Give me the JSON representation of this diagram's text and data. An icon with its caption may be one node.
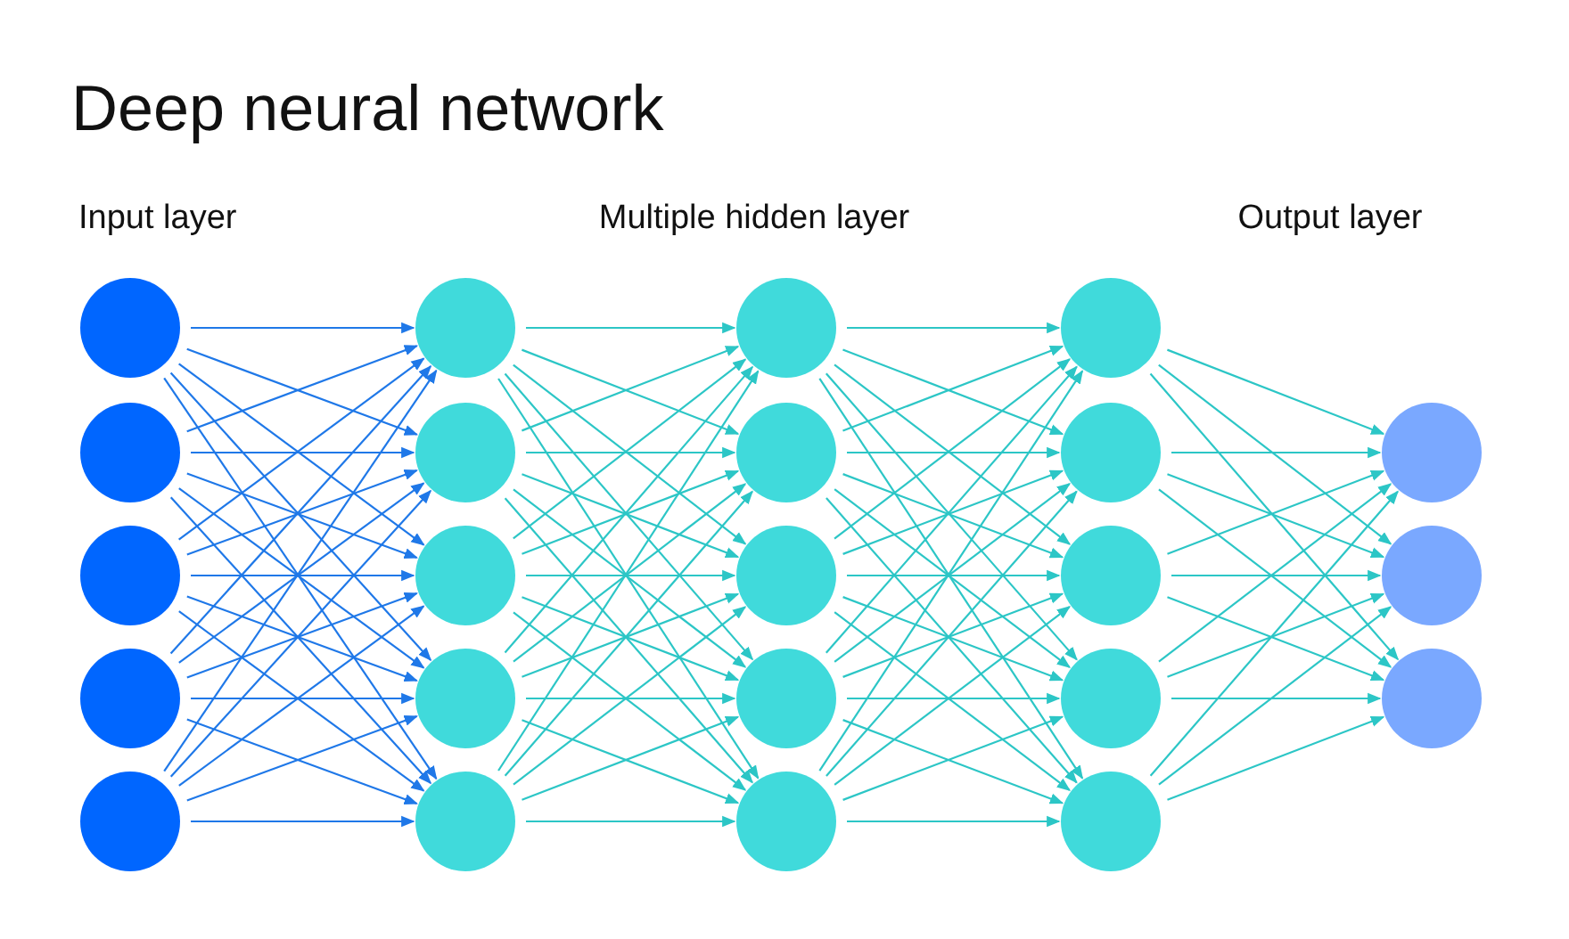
{
  "diagram": {
    "title": "Deep neural network",
    "nodes": [
      {
        "text": [],
        "shape": "circle"
      },
      {
        "text": [],
        "shape": "circle"
      },
      {
        "text": [],
        "shape": "circle"
      },
      {
        "text": [],
        "shape": "circle"
      },
      {
        "text": [],
        "shape": "circle"
      },
      {
        "text": [],
        "shape": "circle"
      },
      {
        "text": [],
        "shape": "circle"
      },
      {
        "text": [],
        "shape": "circle"
      },
      {
        "text": [],
        "shape": "circle"
      },
      {
        "text": [],
        "shape": "circle"
      },
      {
        "text": [],
        "shape": "circle"
      },
      {
        "text": [],
        "shape": "circle"
      },
      {
        "text": [],
        "shape": "circle"
      },
      {
        "text": [],
        "shape": "circle"
      },
      {
        "text": [],
        "shape": "circle"
      },
      {
        "text": [],
        "shape": "circle"
      },
      {
        "text": [],
        "shape": "circle"
      },
      {
        "text": [],
        "shape": "circle"
      },
      {
        "text": [],
        "shape": "circle"
      },
      {
        "text": [],
        "shape": "circle"
      },
      {
        "text": [],
        "shape": "circle"
      },
      {
        "text": [],
        "shape": "circle"
      },
      {
        "text": [],
        "shape": "circle"
      }
    ],
    "edges": [
      {
        "from": 0,
        "to": 5,
        "arrow": "to",
        "color": "#1f78e8"
      },
      {
        "from": 0,
        "to": 6,
        "arrow": "to",
        "color": "#1f78e8"
      },
      {
        "from": 0,
        "to": 7,
        "arrow": "to",
        "color": "#1f78e8"
      },
      {
        "from": 0,
        "to": 8,
        "arrow": "to",
        "color": "#1f78e8"
      },
      {
        "from": 0,
        "to": 9,
        "arrow": "to",
        "color": "#1f78e8"
      },
      {
        "from": 1,
        "to": 5,
        "arrow": "to",
        "color": "#1f78e8"
      },
      {
        "from": 1,
        "to": 6,
        "arrow": "to",
        "color": "#1f78e8"
      },
      {
        "from": 1,
        "to": 7,
        "arrow": "to",
        "color": "#1f78e8"
      },
      {
        "from": 1,
        "to": 8,
        "arrow": "to",
        "color": "#1f78e8"
      },
      {
        "from": 1,
        "to": 9,
        "arrow": "to",
        "color": "#1f78e8"
      },
      {
        "from": 2,
        "to": 5,
        "arrow": "to",
        "color": "#1f78e8"
      },
      {
        "from": 2,
        "to": 6,
        "arrow": "to",
        "color": "#1f78e8"
      },
      {
        "from": 2,
        "to": 7,
        "arrow": "to",
        "color": "#1f78e8"
      },
      {
        "from": 2,
        "to": 8,
        "arrow": "to",
        "color": "#1f78e8"
      },
      {
        "from": 2,
        "to": 9,
        "arrow": "to",
        "color": "#1f78e8"
      },
      {
        "from": 3,
        "to": 5,
        "arrow": "to",
        "color": "#1f78e8"
      },
      {
        "from": 3,
        "to": 6,
        "arrow": "to",
        "color": "#1f78e8"
      },
      {
        "from": 3,
        "to": 7,
        "arrow": "to",
        "color": "#1f78e8"
      },
      {
        "from": 3,
        "to": 8,
        "arrow": "to",
        "color": "#1f78e8"
      },
      {
        "from": 3,
        "to": 9,
        "arrow": "to",
        "color": "#1f78e8"
      },
      {
        "from": 4,
        "to": 5,
        "arrow": "to",
        "color": "#1f78e8"
      },
      {
        "from": 4,
        "to": 6,
        "arrow": "to",
        "color": "#1f78e8"
      },
      {
        "from": 4,
        "to": 7,
        "arrow": "to",
        "color": "#1f78e8"
      },
      {
        "from": 4,
        "to": 8,
        "arrow": "to",
        "color": "#1f78e8"
      },
      {
        "from": 4,
        "to": 9,
        "arrow": "to",
        "color": "#1f78e8"
      },
      {
        "from": 5,
        "to": 10,
        "arrow": "to"
      },
      {
        "from": 5,
        "to": 11,
        "arrow": "to"
      },
      {
        "from": 5,
        "to": 12,
        "arrow": "to"
      },
      {
        "from": 5,
        "to": 13,
        "arrow": "to"
      },
      {
        "from": 5,
        "to": 14,
        "arrow": "to"
      },
      {
        "from": 6,
        "to": 10,
        "arrow": "to"
      },
      {
        "from": 6,
        "to": 11,
        "arrow": "to"
      },
      {
        "from": 6,
        "to": 12,
        "arrow": "to"
      },
      {
        "from": 6,
        "to": 13,
        "arrow": "to"
      },
      {
        "from": 6,
        "to": 14,
        "arrow": "to"
      },
      {
        "from": 7,
        "to": 10,
        "arrow": "to"
      },
      {
        "from": 7,
        "to": 11,
        "arrow": "to"
      },
      {
        "from": 7,
        "to": 12,
        "arrow": "to"
      },
      {
        "from": 7,
        "to": 13,
        "arrow": "to"
      },
      {
        "from": 7,
        "to": 14,
        "arrow": "to"
      },
      {
        "from": 8,
        "to": 10,
        "arrow": "to"
      },
      {
        "from": 8,
        "to": 11,
        "arrow": "to"
      },
      {
        "from": 8,
        "to": 12,
        "arrow": "to"
      },
      {
        "from": 8,
        "to": 13,
        "arrow": "to"
      },
      {
        "from": 8,
        "to": 14,
        "arrow": "to"
      },
      {
        "from": 9,
        "to": 10,
        "arrow": "to"
      },
      {
        "from": 9,
        "to": 11,
        "arrow": "to"
      },
      {
        "from": 9,
        "to": 12,
        "arrow": "to"
      },
      {
        "from": 9,
        "to": 13,
        "arrow": "to"
      },
      {
        "from": 9,
        "to": 14,
        "arrow": "to"
      },
      {
        "from": 10,
        "to": 15,
        "arrow": "to"
      },
      {
        "from": 10,
        "to": 16,
        "arrow": "to"
      },
      {
        "from": 10,
        "to": 17,
        "arrow": "to"
      },
      {
        "from": 10,
        "to": 18,
        "arrow": "to"
      },
      {
        "from": 10,
        "to": 19,
        "arrow": "to"
      },
      {
        "from": 11,
        "to": 15,
        "arrow": "to"
      },
      {
        "from": 11,
        "to": 16,
        "arrow": "to"
      },
      {
        "from": 11,
        "to": 17,
        "arrow": "to"
      },
      {
        "from": 11,
        "to": 18,
        "arrow": "to"
      },
      {
        "from": 11,
        "to": 19,
        "arrow": "to"
      },
      {
        "from": 12,
        "to": 15,
        "arrow": "to"
      },
      {
        "from": 12,
        "to": 16,
        "arrow": "to"
      },
      {
        "from": 12,
        "to": 17,
        "arrow": "to"
      },
      {
        "from": 12,
        "to": 18,
        "arrow": "to"
      },
      {
        "from": 12,
        "to": 19,
        "arrow": "to"
      },
      {
        "from": 13,
        "to": 15,
        "arrow": "to"
      },
      {
        "from": 13,
        "to": 16,
        "arrow": "to"
      },
      {
        "from": 13,
        "to": 17,
        "arrow": "to"
      },
      {
        "from": 13,
        "to": 18,
        "arrow": "to"
      },
      {
        "from": 13,
        "to": 19,
        "arrow": "to"
      },
      {
        "from": 14,
        "to": 15,
        "arrow": "to"
      },
      {
        "from": 14,
        "to": 16,
        "arrow": "to"
      },
      {
        "from": 14,
        "to": 17,
        "arrow": "to"
      },
      {
        "from": 14,
        "to": 18,
        "arrow": "to"
      },
      {
        "from": 14,
        "to": 19,
        "arrow": "to"
      },
      {
        "from": 15,
        "to": 20,
        "arrow": "to"
      },
      {
        "from": 15,
        "to": 21,
        "arrow": "to"
      },
      {
        "from": 15,
        "to": 22,
        "arrow": "to"
      },
      {
        "from": 16,
        "to": 20,
        "arrow": "to"
      },
      {
        "from": 16,
        "to": 21,
        "arrow": "to"
      },
      {
        "from": 16,
        "to": 22,
        "arrow": "to"
      },
      {
        "from": 17,
        "to": 20,
        "arrow": "to"
      },
      {
        "from": 17,
        "to": 21,
        "arrow": "to"
      },
      {
        "from": 17,
        "to": 22,
        "arrow": "to"
      },
      {
        "from": 18,
        "to": 20,
        "arrow": "to"
      },
      {
        "from": 18,
        "to": 21,
        "arrow": "to"
      },
      {
        "from": 18,
        "to": 22,
        "arrow": "to"
      },
      {
        "from": 19,
        "to": 20,
        "arrow": "to"
      },
      {
        "from": 19,
        "to": 21,
        "arrow": "to"
      },
      {
        "from": 19,
        "to": 22,
        "arrow": "to"
      }
    ],
    "labels": [
      "Input layer",
      "Multiple hidden layer",
      "Output layer"
    ]
  }
}
